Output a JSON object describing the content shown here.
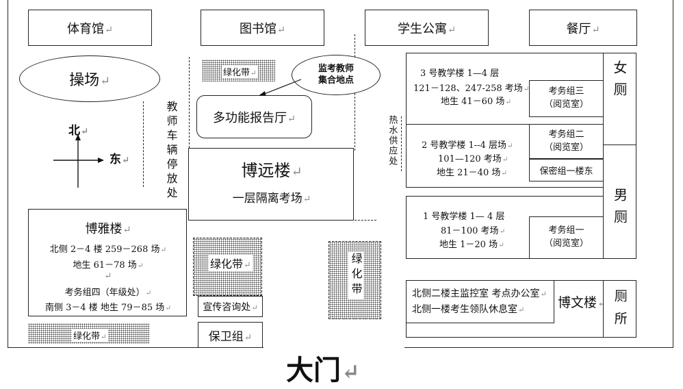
{
  "buildings": {
    "gym": "体育馆",
    "library": "图书馆",
    "dorm": "学生公寓",
    "canteen": "餐厅",
    "playground": "操场",
    "report_hall": "多功能报告厅",
    "boyuan_title": "博远楼",
    "boyuan_sub": "一层隔离考场",
    "boya_title": "博雅楼",
    "boya_lines": [
      "北侧 2－4 楼  259－268 场",
      "地生  61－78 场",
      "考务组四（年级处）",
      "南侧 3－4 楼  地生 79－85 场"
    ],
    "bowen": "博文楼",
    "publicity": "宣传咨询处",
    "security": "保卫组",
    "gate": "大门",
    "toilet": "厕所"
  },
  "labels": {
    "green_belt": "绿化带",
    "green_belt_v": "绿化带",
    "teacher_parking": "教师车辆停放处",
    "hot_water": "热水供应处",
    "proctor_meeting_1": "监考教师",
    "proctor_meeting_2": "集合地点",
    "compass_north": "北",
    "compass_east": "东"
  },
  "teaching": {
    "b3_line1": "3  号教学楼  1—4  层",
    "b3_line2": "121－128、247-258 考场",
    "b3_line3": "地生  41－60 场",
    "b2_line1": "2 号教学楼 1--4 层场",
    "b2_line2": "101—120 考场",
    "b2_line3": "地生  21－40 场",
    "b1_line1": "1  号教学楼  1— 4  层",
    "b1_line2": "81－100 考场",
    "b1_line3": "地生  1－20 场",
    "group3": "考务组三",
    "group2": "考务组二",
    "group1": "考务组一",
    "reading_room": "（阅览室）",
    "secrecy": "保密组一楼东",
    "female_toilet": "女厕",
    "male_toilet": "男厕",
    "bowen_line1": "北侧二楼主监控室  考点办公室",
    "bowen_line2": "北侧一楼考生领队休息室"
  }
}
